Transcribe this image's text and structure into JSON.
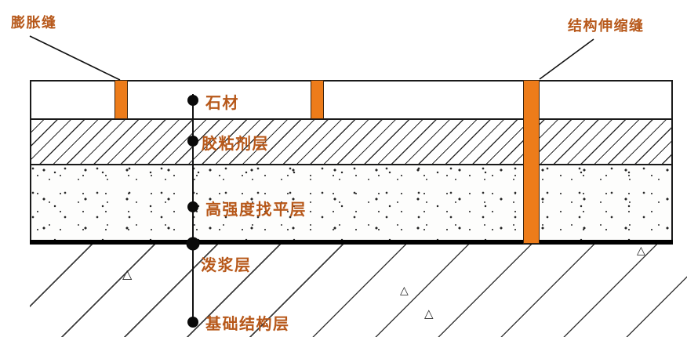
{
  "diagram": {
    "annotations": {
      "expansion_joint": "膨胀缝",
      "structural_joint": "结构伸缩缝"
    },
    "layers": {
      "stone": "石材",
      "adhesive": "胶粘剂层",
      "leveling": "高强度找平层",
      "slurry": "泼浆层",
      "foundation": "基础结构层"
    },
    "triangle_symbol": "△",
    "colors": {
      "joint_orange": "#ed7c1a",
      "label_text": "#b7581a",
      "line_black": "#1a1a1a"
    }
  }
}
